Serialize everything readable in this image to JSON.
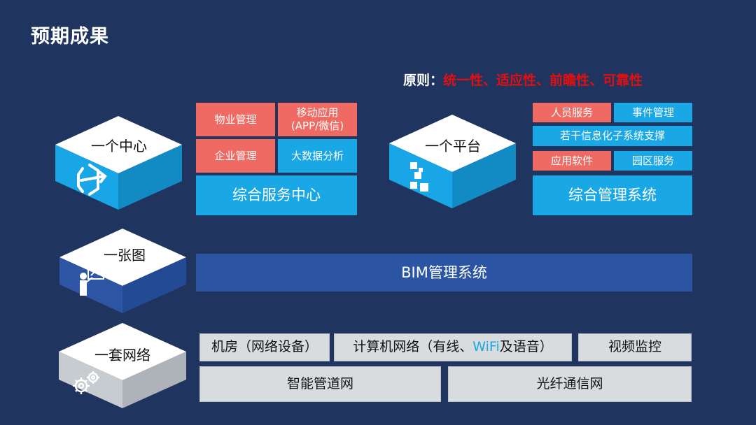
{
  "slide": {
    "title": "预期成果",
    "principle": {
      "label": "原则：",
      "value": "统一性、适应性、前瞻性、可靠性"
    }
  },
  "cubes": {
    "center": {
      "label": "一个中心"
    },
    "platform": {
      "label": "一个平台"
    },
    "map": {
      "label": "一张图"
    },
    "network": {
      "label": "一套网络"
    }
  },
  "service_center": {
    "cells": [
      "物业管理",
      "移动应用\n(APP/微信)",
      "企业管理",
      "大数据分析"
    ],
    "bar": "综合服务中心"
  },
  "mgmt_platform": {
    "row1": [
      "人员服务",
      "事件管理"
    ],
    "row2": "若干信息化子系统支撑",
    "row3": [
      "应用软件",
      "园区服务"
    ],
    "bar": "综合管理系统"
  },
  "bim": {
    "bar": "BIM管理系统"
  },
  "network": {
    "room": "机房（网络设备）",
    "computer_pre": "计算机网络（有线、",
    "computer_wifi": "WiFi",
    "computer_post": "及语音）",
    "video": "视频监控",
    "smart": "智能管道网",
    "fiber": "光纤通信网"
  },
  "colors": {
    "background": "#1f3560",
    "red": "#ee6a63",
    "blue": "#19a7e6",
    "navy": "#2b54a3",
    "gray": "#d9dcdf",
    "principle": "#e01010"
  }
}
